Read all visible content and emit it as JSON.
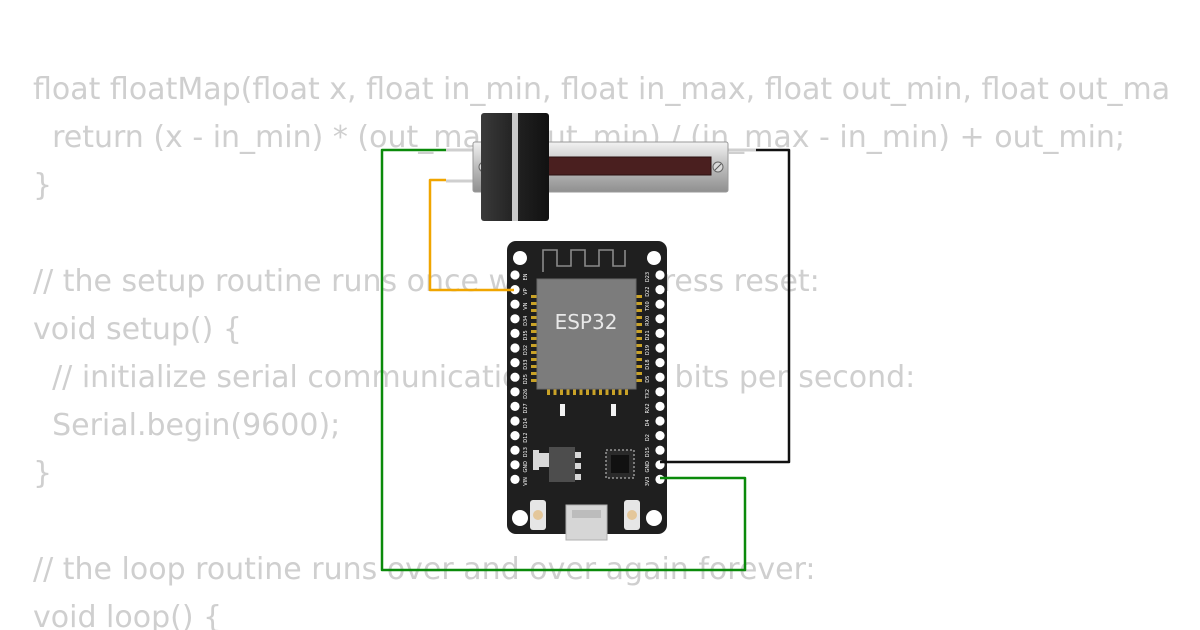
{
  "code": {
    "lines": [
      "float floatMap(float x, float in_min, float in_max, float out_min, float out_max) {",
      "  return (x - in_min) * (out_max - out_min) / (in_max - in_min) + out_min;",
      "}",
      "",
      "// the setup routine runs once when you press reset:",
      "void setup() {",
      "  // initialize serial communication at 9600 bits per second:",
      "  Serial.begin(9600);",
      "}",
      "",
      "// the loop routine runs over and over again forever:",
      "void loop() {"
    ]
  },
  "board": {
    "chip_label": "ESP32",
    "left_pins": [
      "EN",
      "VP",
      "VN",
      "D34",
      "D35",
      "D32",
      "D33",
      "D25",
      "D26",
      "D27",
      "D14",
      "D12",
      "D13",
      "GND",
      "VIN"
    ],
    "right_pins": [
      "D23",
      "D22",
      "TX0",
      "RX0",
      "D21",
      "D19",
      "D18",
      "D5",
      "TX2",
      "RX2",
      "D4",
      "D2",
      "D15",
      "GND",
      "3V3"
    ]
  },
  "colors": {
    "code_text": "#cfcfcf",
    "wire_green": "#0a8a0a",
    "wire_black": "#111111",
    "wire_orange": "#f0a500",
    "board": "#1f1f1f"
  }
}
